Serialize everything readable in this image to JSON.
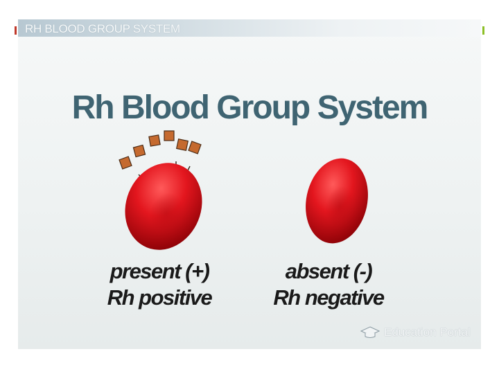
{
  "colors": {
    "left_marker": "#c0392b",
    "right_marker": "#8cbf26",
    "title_color": "#3f6472",
    "cell_red": "#d8141b",
    "antigen_brown": "#c56a2f"
  },
  "slide": {
    "banner_title": "RH BLOOD GROUP SYSTEM",
    "main_title": "Rh Blood Group System",
    "cells": [
      {
        "caption_line1": "present (+)",
        "caption_line2": "Rh positive",
        "antigens": true
      },
      {
        "caption_line1": "absent (-)",
        "caption_line2": "Rh negative",
        "antigens": false
      }
    ],
    "watermark": {
      "icon": "graduation-cap-icon",
      "text": "Education Portal"
    }
  }
}
